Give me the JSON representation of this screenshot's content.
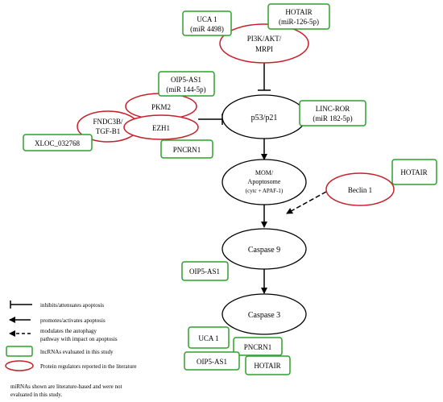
{
  "colors": {
    "lncrna_box": "#2ca02c",
    "protein_ellipse": "#c8202a",
    "core_node": "#000000"
  },
  "green_boxes": {
    "uca1_top": {
      "line1": "UCA 1",
      "line2": "(miR 4498)"
    },
    "hotair_top": {
      "line1": "HOTAIR",
      "line2": "(miR-126-5p)"
    },
    "oip5_top": {
      "line1": "OIP5-AS1",
      "line2": "(miR 144-5p)"
    },
    "linc_ror": {
      "line1": "LINC-ROR",
      "line2": "(miR 182-5p)"
    },
    "xloc": {
      "line1": "XLOC_032768"
    },
    "pncrn1_mid": {
      "line1": "PNCRN1"
    },
    "hotair_right": {
      "line1": "HOTAIR"
    },
    "oip5_mid": {
      "line1": "OIP5-AS1"
    },
    "uca1_bottom": {
      "line1": "UCA 1"
    },
    "pncrn1_bottom": {
      "line1": "PNCRN1"
    },
    "oip5_bottom": {
      "line1": "OIP5-AS1"
    },
    "hotair_bottom": {
      "line1": "HOTAIR"
    }
  },
  "red_ellipses": {
    "pi3k": {
      "line1": "PI3K/AKT/",
      "line2": "MRPI"
    },
    "pkm2": {
      "line1": "PKM2"
    },
    "fndc3b": {
      "line1": "FNDC3B/",
      "line2": "TGF-B1"
    },
    "ezh1": {
      "line1": "EZH1"
    },
    "beclin": {
      "line1": "Beclin 1"
    }
  },
  "core_nodes": {
    "p53": {
      "line1": "p53/p21"
    },
    "mom": {
      "line1": "MOM/",
      "line2": "Apoptosome",
      "line3": "(cytc + APAF-1)"
    },
    "casp9": {
      "line1": "Caspase 9"
    },
    "casp3": {
      "line1": "Caspase 3"
    }
  },
  "legend": {
    "inhibits": "inhibits/attenuates apoptosis",
    "promotes": "promotes/activates apoptosis",
    "modulates_line1": "modulates the autophagy",
    "modulates_line2": "pathway with impact on apoptosis",
    "lncrna": "lncRNAs evaluated in this study",
    "protein": "Protein regulators reported in the literature"
  },
  "footnote": {
    "line1": "miRNAs shown are literature-based and were not",
    "line2": "evaluated in this study."
  }
}
